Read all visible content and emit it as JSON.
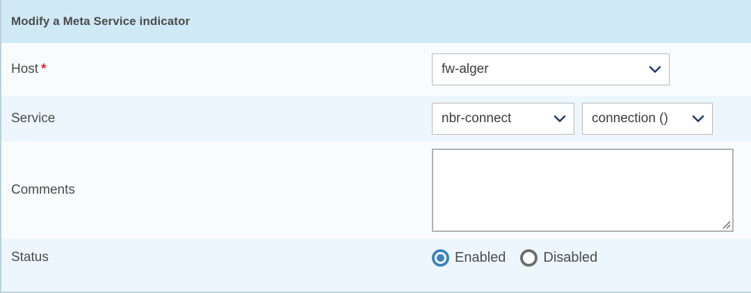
{
  "header": {
    "title": "Modify a Meta Service indicator"
  },
  "form": {
    "rows": [
      {
        "label": "Host",
        "required": true,
        "required_marker": "*"
      },
      {
        "label": "Service",
        "required": false
      },
      {
        "label": "Comments",
        "required": false
      },
      {
        "label": "Status",
        "required": false
      }
    ],
    "host": {
      "label": "Host",
      "selected": "fw-alger",
      "icon": "chevron-down-icon"
    },
    "service": {
      "label": "Service",
      "service_selected": "nbr-connect",
      "metric_selected": "connection ()",
      "icon": "chevron-down-icon"
    },
    "comments": {
      "label": "Comments",
      "value": "",
      "placeholder": ""
    },
    "status": {
      "label": "Status",
      "selected": "Enabled",
      "options": [
        {
          "label": "Enabled",
          "checked": true
        },
        {
          "label": "Disabled",
          "checked": false
        }
      ]
    }
  },
  "colors": {
    "header_bg": "#cfe9f5",
    "row_light": "#f8fcfe",
    "row_alt": "#eef6fd",
    "required_star": "#e8212f",
    "chevron": "#1f3864",
    "radio_checked": "#3d85bd",
    "radio_unchecked": "#6d6d6d",
    "label_text": "#4a4a4a",
    "border": "#b9cfdd"
  }
}
